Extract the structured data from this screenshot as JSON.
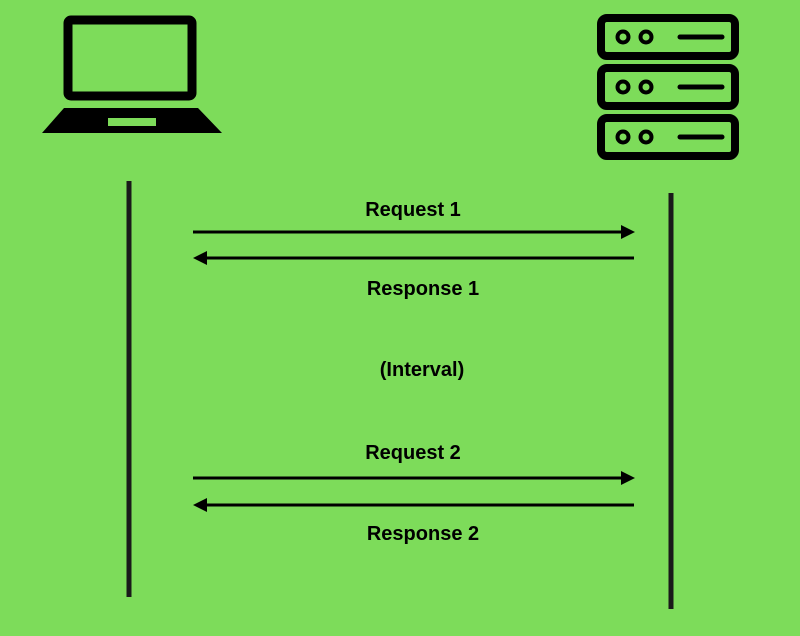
{
  "colors": {
    "background": "#7ddc5a",
    "ink": "#000000",
    "lifeline": "#1a1a1a"
  },
  "icons": {
    "client": "laptop-icon",
    "server": "server-icon"
  },
  "messages": [
    {
      "label": "Request 1",
      "direction": "client-to-server"
    },
    {
      "label": "Response 1",
      "direction": "server-to-client"
    },
    {
      "label": "Request 2",
      "direction": "client-to-server"
    },
    {
      "label": "Response 2",
      "direction": "server-to-client"
    }
  ],
  "interval_label": "(Interval)"
}
